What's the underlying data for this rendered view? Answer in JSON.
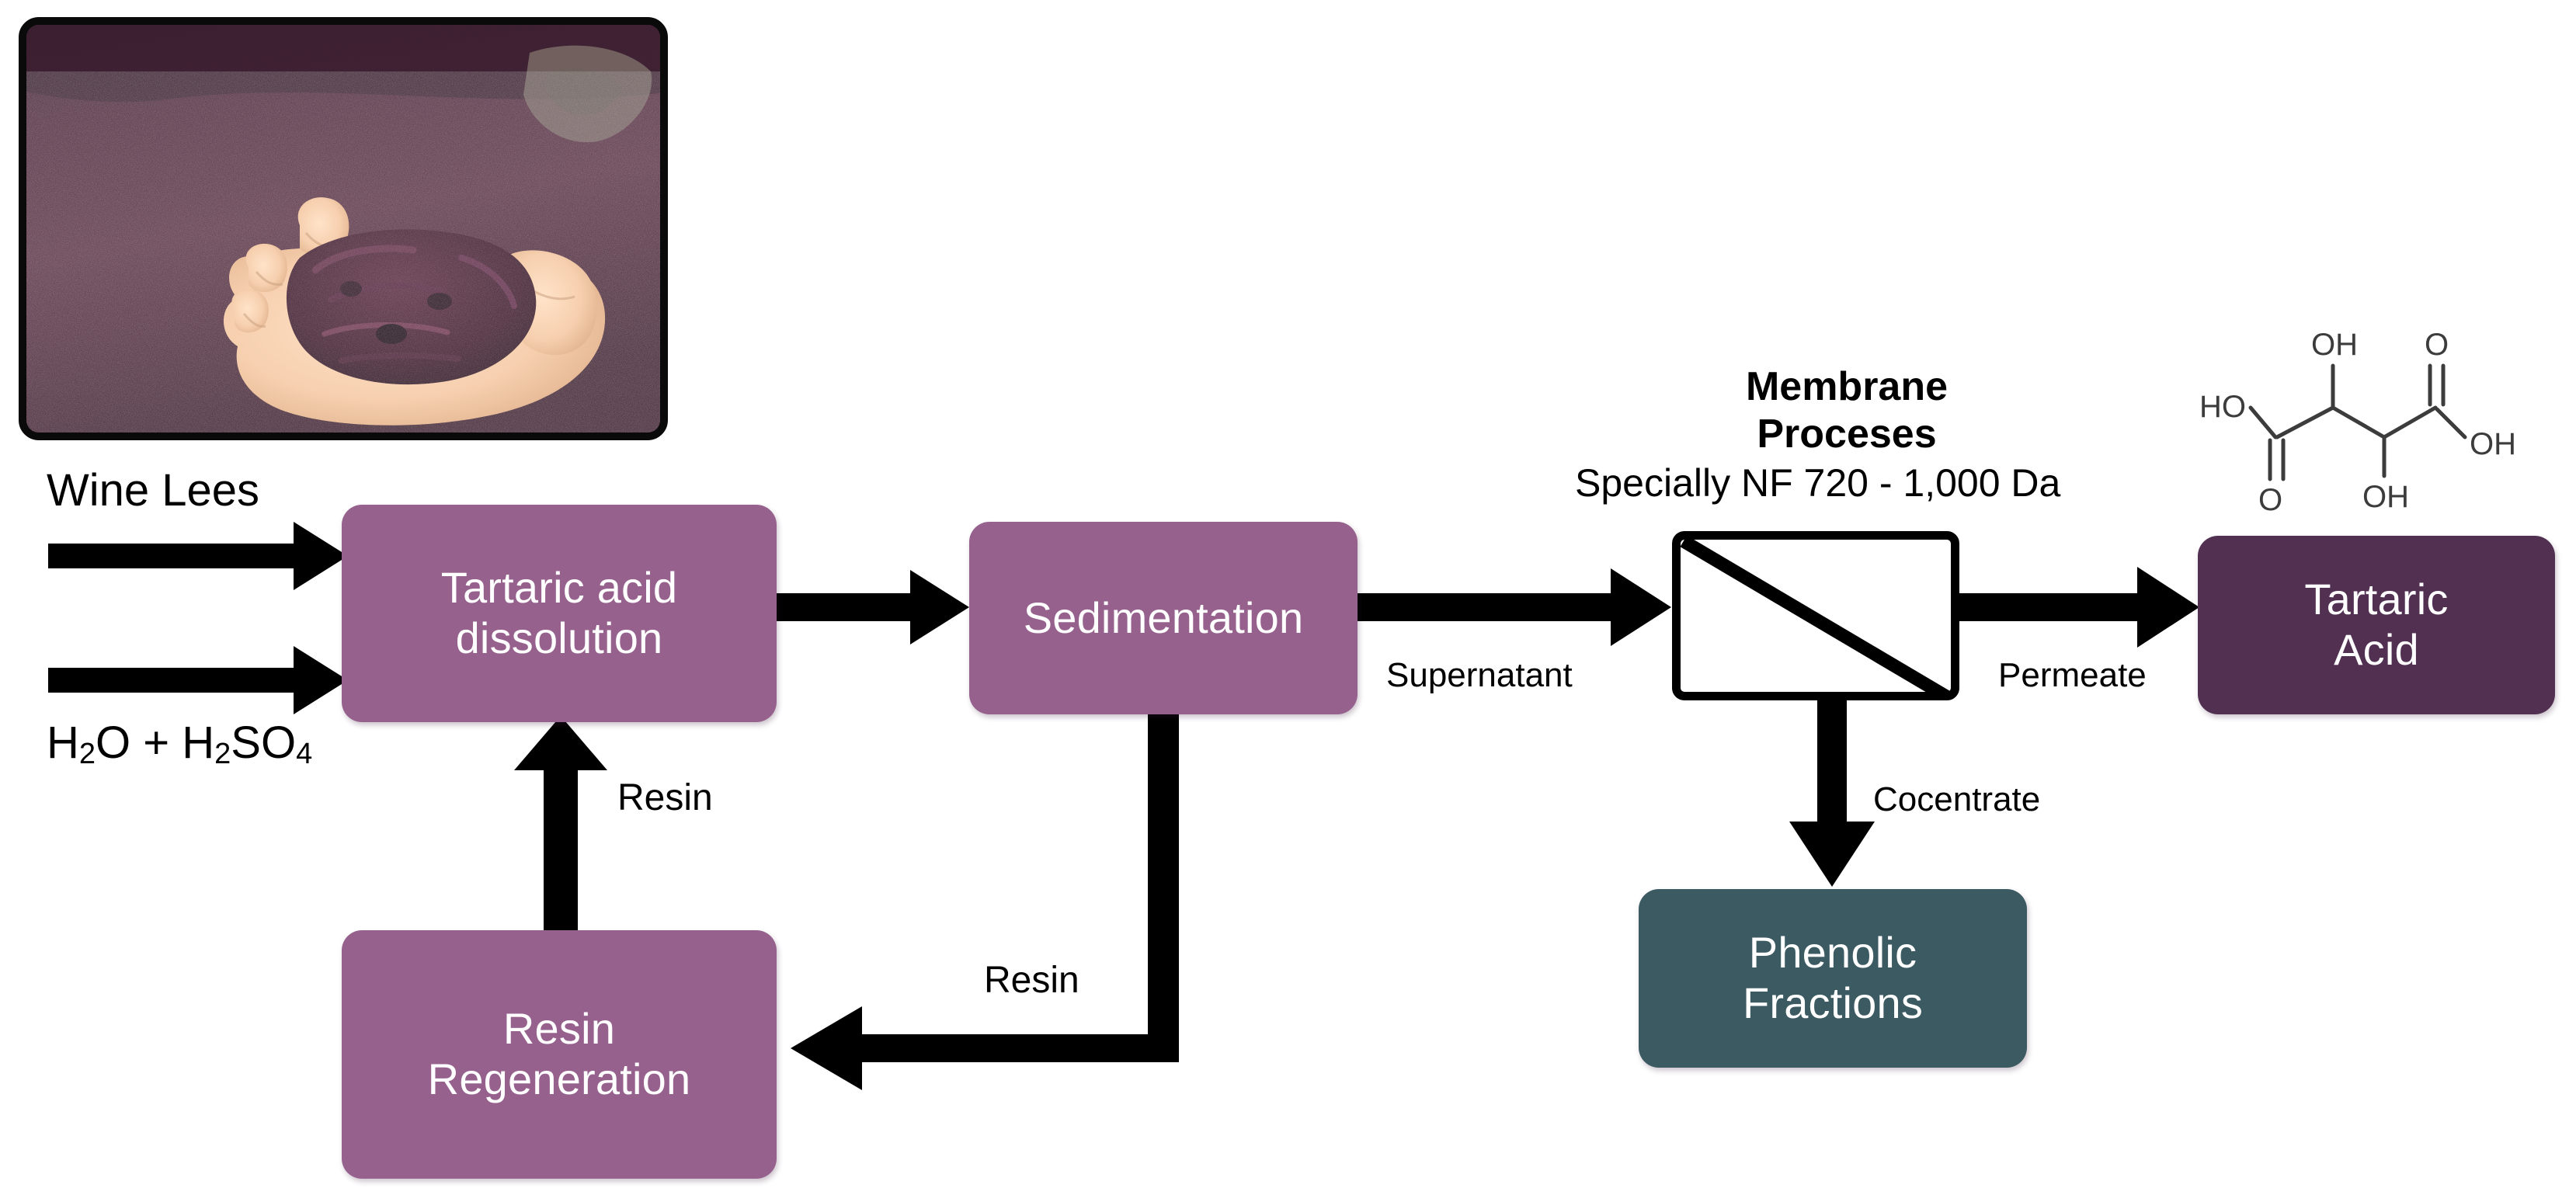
{
  "diagram": {
    "title": "Tartaric acid recovery from wine lees process flow",
    "colors": {
      "node_purple": "#96628D",
      "node_dark_purple": "#513052",
      "node_teal": "#3B5A61",
      "arrow_black": "#000000",
      "background": "#FFFFFF"
    },
    "photo": {
      "name": "wine-lees-photo",
      "caption": "Hand holding dark purple grape pomace / wine lees over a bed of pomace",
      "border_color": "#0A0A0A"
    },
    "nodes": [
      {
        "id": "dissolution",
        "label": "Tartaric acid dissolution",
        "line1": "Tartaric acid",
        "line2": "dissolution",
        "color": "#96628D"
      },
      {
        "id": "sedimentation",
        "label": "Sedimentation",
        "line1": "Sedimentation",
        "line2": "",
        "color": "#96628D"
      },
      {
        "id": "resin-regen",
        "label": "Resin Regeneration",
        "line1": "Resin",
        "line2": "Regeneration",
        "color": "#96628D"
      },
      {
        "id": "phenolic",
        "label": "Phenolic Fractions",
        "line1": "Phenolic",
        "line2": "Fractions",
        "color": "#3B5A61"
      },
      {
        "id": "tartaric-acid",
        "label": "Tartaric Acid",
        "line1": "Tartaric",
        "line2": "Acid",
        "color": "#513052"
      },
      {
        "id": "membrane-unit",
        "label": "Membrane unit",
        "line1": "",
        "line2": "",
        "color": "#FFFFFF"
      }
    ],
    "annotations": {
      "wine_lees": "Wine Lees",
      "water_acid_html": "H<sub>2</sub>O + H<sub>2</sub>SO<sub>4</sub>",
      "water_acid_text": "H2O + H2SO4",
      "membrane_title_line1": "Membrane",
      "membrane_title_line2": "Proceses",
      "membrane_spec": "Specially NF 720 - 1,000 Da",
      "supernatant": "Supernatant",
      "permeate": "Permeate",
      "cocentrate": "Cocentrate",
      "resin_to_dissolution": "Resin",
      "resin_to_regeneration": "Resin"
    },
    "molecule": {
      "name": "tartaric-acid-structure",
      "labels": [
        "HO",
        "O",
        "OH",
        "OH",
        "O",
        "OH"
      ],
      "formula": "C4H6O6"
    },
    "flows": [
      {
        "from": "Wine Lees",
        "to": "Tartaric acid dissolution",
        "label": ""
      },
      {
        "from": "H2O + H2SO4",
        "to": "Tartaric acid dissolution",
        "label": ""
      },
      {
        "from": "Tartaric acid dissolution",
        "to": "Sedimentation",
        "label": ""
      },
      {
        "from": "Sedimentation",
        "to": "Membrane unit",
        "label": "Supernatant"
      },
      {
        "from": "Sedimentation",
        "to": "Resin Regeneration",
        "label": "Resin"
      },
      {
        "from": "Resin Regeneration",
        "to": "Tartaric acid dissolution",
        "label": "Resin"
      },
      {
        "from": "Membrane unit",
        "to": "Tartaric Acid",
        "label": "Permeate"
      },
      {
        "from": "Membrane unit",
        "to": "Phenolic Fractions",
        "label": "Cocentrate"
      }
    ]
  }
}
